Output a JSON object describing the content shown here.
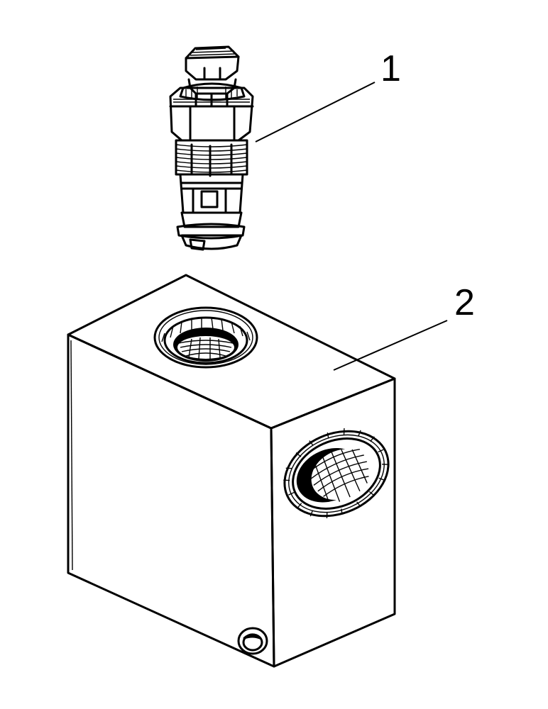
{
  "callouts": [
    {
      "id": "1",
      "label": "1"
    },
    {
      "id": "2",
      "label": "2"
    }
  ],
  "parts": [
    {
      "callout": "1",
      "icon": "cartridge-valve-icon"
    },
    {
      "callout": "2",
      "icon": "valve-body-block-icon"
    }
  ],
  "colors": {
    "line": "#000000",
    "background": "#ffffff"
  }
}
